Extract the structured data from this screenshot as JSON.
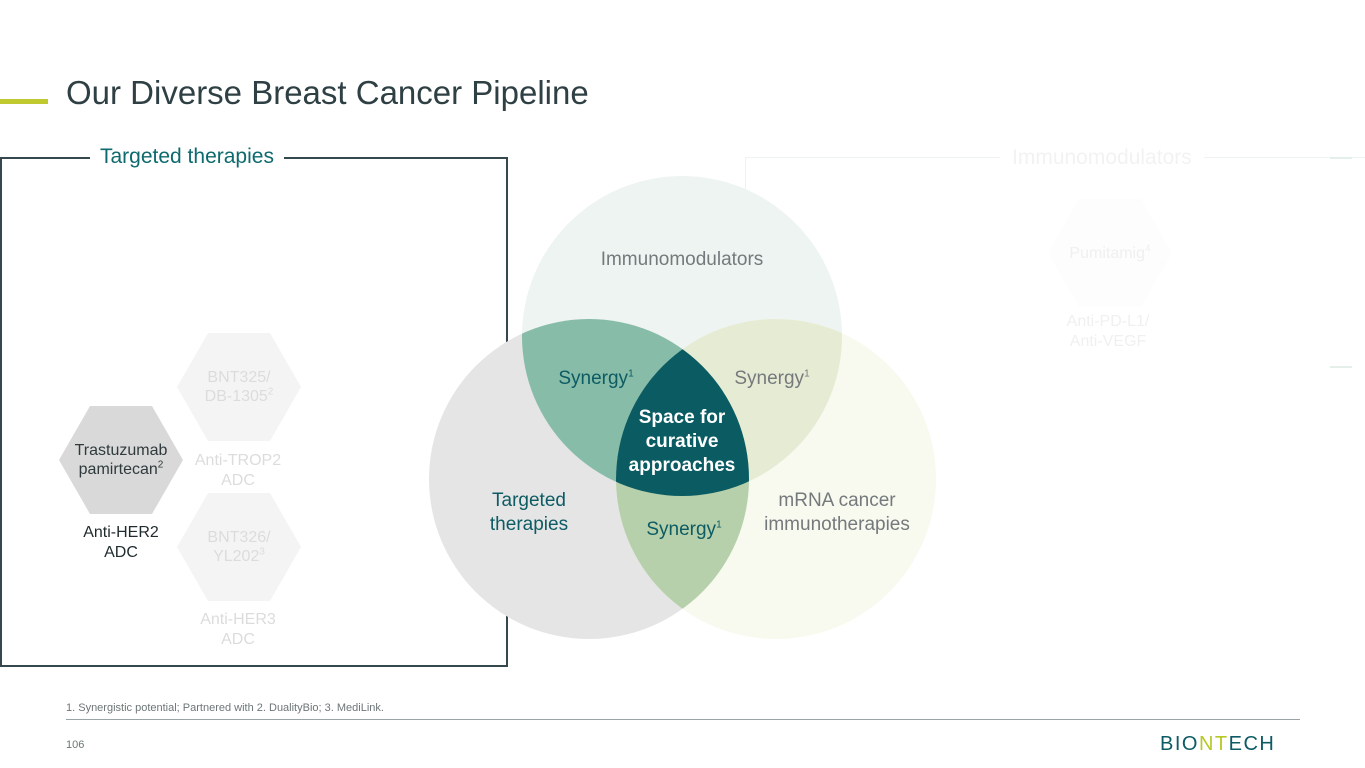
{
  "title": "Our Diverse Breast Cancer Pipeline",
  "left_box": {
    "label": "Targeted therapies",
    "items": [
      {
        "name": "Trastuzumab pamirtecan",
        "name_line1": "Trastuzumab",
        "name_line2": "pamirtecan",
        "sup": "2",
        "target_line1": "Anti-HER2",
        "target_line2": "ADC",
        "state": "active"
      },
      {
        "name_line1": "BNT325/",
        "name_line2": "DB-1305",
        "sup": "2",
        "target_line1": "Anti-TROP2",
        "target_line2": "ADC",
        "state": "faded"
      },
      {
        "name_line1": "BNT326/",
        "name_line2": "YL202",
        "sup": "3",
        "target_line1": "Anti-HER3",
        "target_line2": "ADC",
        "state": "faded"
      }
    ]
  },
  "right_box": {
    "label": "Immunomodulators",
    "item": {
      "name": "Pumitamig",
      "sup": "4",
      "target_line1": "Anti-PD-L1/",
      "target_line2": "Anti-VEGF"
    }
  },
  "venn": {
    "top_label": "Immunomodulators",
    "left_label_line1": "Targeted",
    "left_label_line2": "therapies",
    "right_label_line1": "mRNA cancer",
    "right_label_line2": "immunotherapies",
    "synergy_label": "Synergy",
    "synergy_sup": "1",
    "center_line1": "Space for",
    "center_line2": "curative",
    "center_line3": "approaches",
    "colors": {
      "top_circle": "#eef4f1",
      "left_circle": "#e5e5e5",
      "right_circle": "#f8f9ef",
      "top_left_overlap": "#86bca8",
      "top_right_overlap": "#e6ebd4",
      "bottom_overlap": "#b6d0ab",
      "center": "#0b5b63"
    }
  },
  "footnote": "1. Synergistic potential; Partnered with 2. DualityBio; 3. MediLink.",
  "page_number": "106",
  "logo": {
    "part1": "BIO",
    "part2": "NT",
    "part3": "ECH"
  }
}
